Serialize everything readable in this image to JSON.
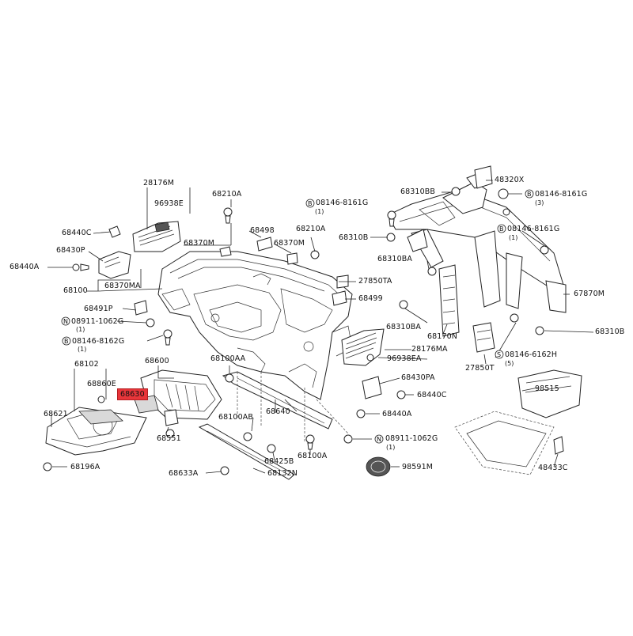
{
  "highlight_color": "#e8353a",
  "labels": {
    "p28176M": "28176M",
    "p96938E": "96938E",
    "p68210A_1": "68210A",
    "p68440C_1": "68440C",
    "p68430P": "68430P",
    "p68440A_1": "68440A",
    "p68100": "68100",
    "p68370MA": "68370MA",
    "p68370M_1": "68370M",
    "p68498": "68498",
    "p68370M_2": "68370M",
    "p68210A_2": "68210A",
    "p68491P": "68491P",
    "p08911_1062G_1": "08911-1062G",
    "p08911_qty_1": "(1)",
    "p08146_8162G": "08146-8162G",
    "p08146_8162G_qty": "(1)",
    "p08146_8161G_1": "08146-8161G",
    "p08146_8161G_1_qty": "(1)",
    "p68310B_1": "68310B",
    "p27850TA": "27850TA",
    "p68499": "68499",
    "p68310BB": "68310BB",
    "p48320X": "48320X",
    "p08146_8161G_2": "08146-8161G",
    "p08146_8161G_2_qty": "(3)",
    "p08146_8161G_3": "08146-8161G",
    "p08146_8161G_3_qty": "(1)",
    "p68310BA_1": "68310BA",
    "p67870M": "67870M",
    "p68310BA_2": "68310BA",
    "p68170N": "68170N",
    "p68310B_2": "68310B",
    "p28176MA": "28176MA",
    "p96938EA": "96938EA",
    "p08146_6162H": "08146-6162H",
    "p08146_6162H_qty": "(5)",
    "p27850T": "27850T",
    "p68102": "68102",
    "p68860E": "68860E",
    "p68600": "68600",
    "p68100AA": "68100AA",
    "p68630": "68630",
    "p68430PA": "68430PA",
    "p68440C_2": "68440C",
    "p68640": "68640",
    "p68440A_2": "68440A",
    "p68100AB": "68100AB",
    "p68551": "68551",
    "p68621": "68621",
    "p08911_1062G_2": "08911-1062G",
    "p08911_qty_2": "(1)",
    "p68425B": "68425B",
    "p68100A": "68100A",
    "p98515": "98515",
    "p48433C": "48433C",
    "p68196A": "68196A",
    "p68633A": "68633A",
    "p68132N": "68132N",
    "p98591M": "98591M"
  }
}
